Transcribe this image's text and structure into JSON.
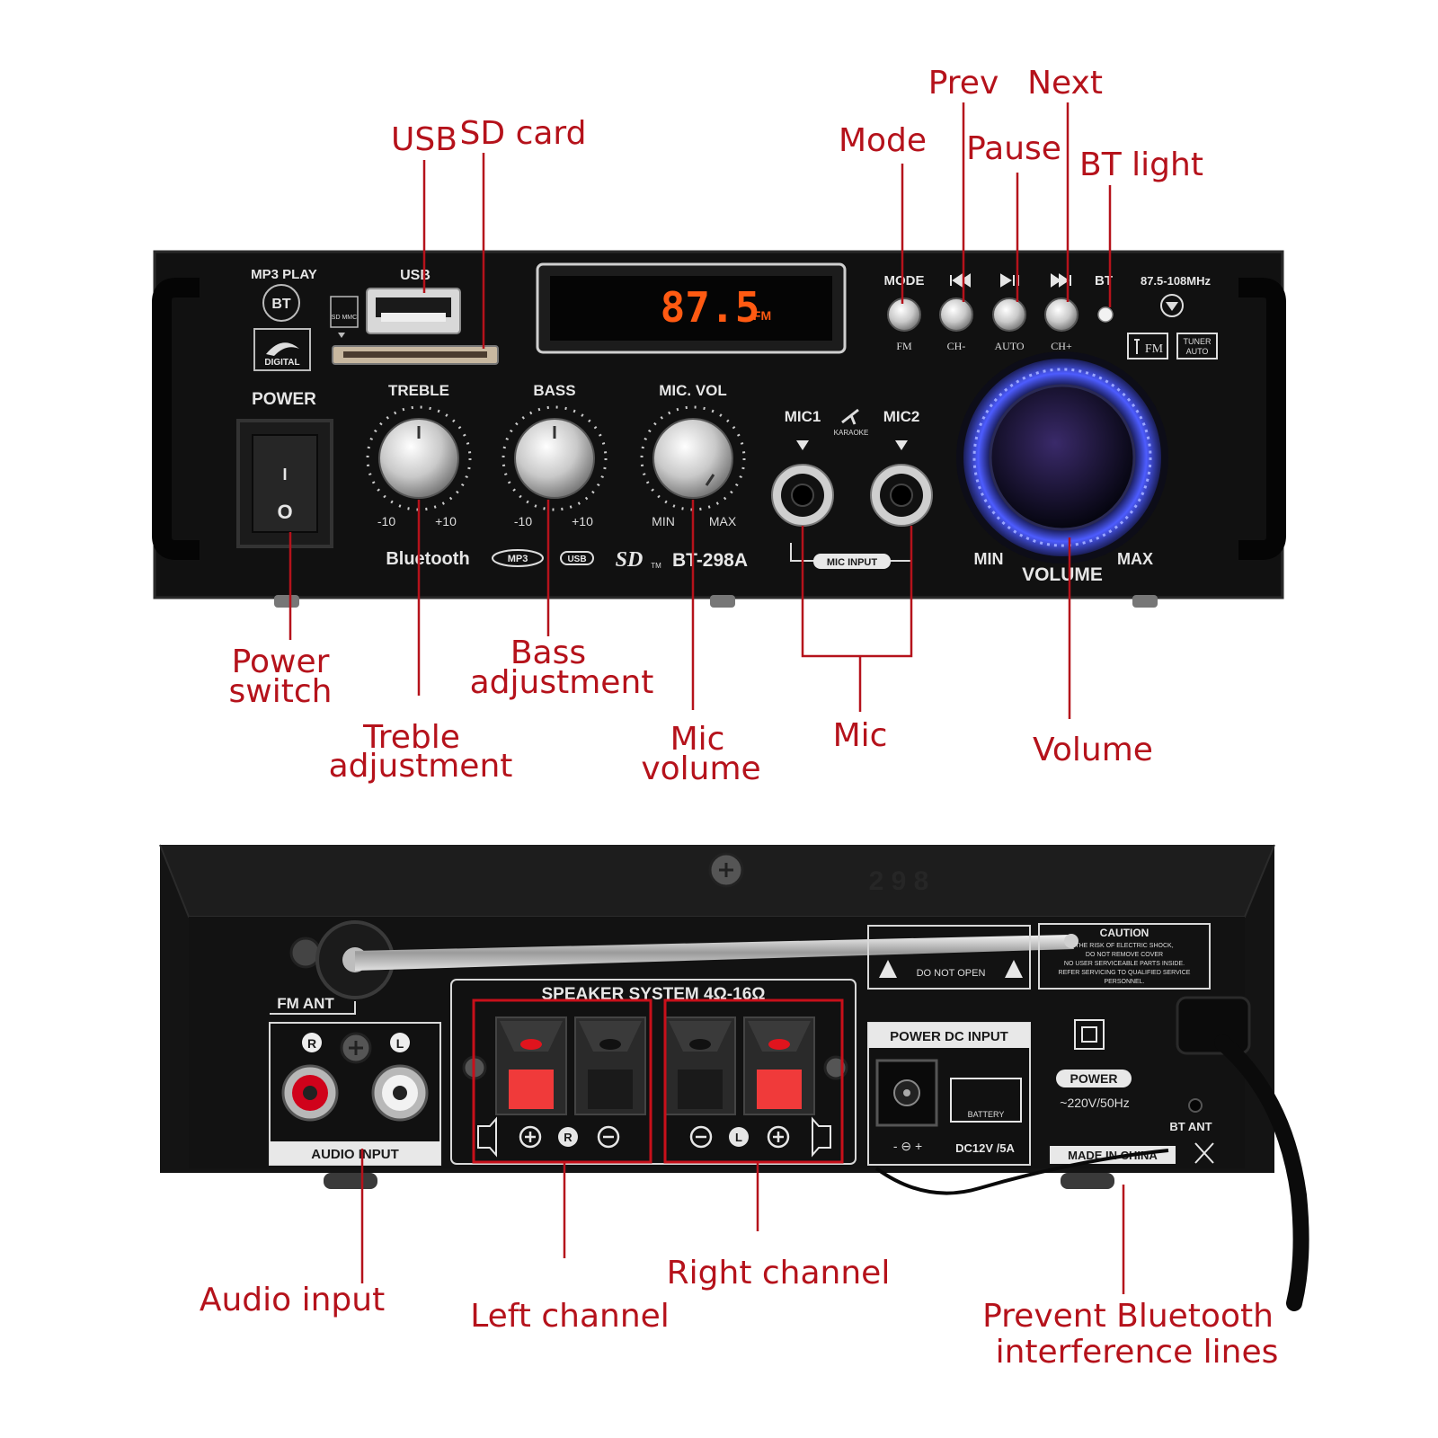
{
  "front_panel": {
    "mp3_play": "MP3 PLAY",
    "bt_badge": "BT",
    "digital": "DIGITAL",
    "usb_label": "USB",
    "sd_mmc": "SD MMC",
    "display_freq": "87.5",
    "display_band": "FM",
    "power_label": "POWER",
    "power_on": "I",
    "power_off": "O",
    "treble_label": "TREBLE",
    "bass_label": "BASS",
    "mic_vol_label": "MIC. VOL",
    "minus10": "-10",
    "plus10": "+10",
    "min": "MIN",
    "max": "MAX",
    "bluetooth": "Bluetooth",
    "mp3_logo": "MP3",
    "usb_logo": "USB",
    "sd_logo": "SD",
    "tm": "TM",
    "model": "BT-298A",
    "mic1": "MIC1",
    "mic2": "MIC2",
    "karaoke": "KARAOKE",
    "mic_input": "MIC INPUT",
    "mode_label": "MODE",
    "bt_label": "BT",
    "freq_range": "87.5-108MHz",
    "fm_sub": "FM",
    "ch_minus": "CH-",
    "auto_sub": "AUTO",
    "ch_plus": "CH+",
    "fm_box": "FM",
    "tuner": "TUNER",
    "auto": "AUTO",
    "volume_label": "VOLUME",
    "vol_min": "MIN",
    "vol_max": "MAX"
  },
  "rear_panel": {
    "emboss": "2 9 8",
    "fm_ant": "FM ANT",
    "r": "R",
    "l": "L",
    "audio_input": "AUDIO INPUT",
    "speaker_system": "SPEAKER SYSTEM 4Ω-16Ω",
    "caution": "CAUTION",
    "caution_text_1": "THE RISK OF ELECTRIC SHOCK,",
    "caution_text_2": "DO NOT REMOVE COVER",
    "caution_text_3": "NO USER SERVICEABLE PARTS INSIDE.",
    "caution_text_4": "REFER SERVICING TO QUALIFIED SERVICE",
    "caution_text_5": "PERSONNEL.",
    "do_not_open": "DO NOT OPEN",
    "power_dc_input": "POWER DC INPUT",
    "battery": "BATTERY",
    "dc_spec": "DC12V /5A",
    "power_badge": "POWER",
    "ac_spec": "~220V/50Hz",
    "bt_ant": "BT ANT",
    "made_in": "MADE IN CHINA"
  },
  "annotations": {
    "usb": "USB",
    "sd_card": "SD card",
    "mode": "Mode",
    "prev": "Prev",
    "pause": "Pause",
    "next": "Next",
    "bt_light": "BT light",
    "power_switch_1": "Power",
    "power_switch_2": "switch",
    "treble_1": "Treble",
    "treble_2": "adjustment",
    "bass_1": "Bass",
    "bass_2": "adjustment",
    "mic_volume_1": "Mic",
    "mic_volume_2": "volume",
    "mic": "Mic",
    "volume": "Volume",
    "audio_input": "Audio input",
    "left_channel": "Left channel",
    "right_channel": "Right channel",
    "bt_lines_1": "Prevent Bluetooth",
    "bt_lines_2": "interference lines"
  }
}
